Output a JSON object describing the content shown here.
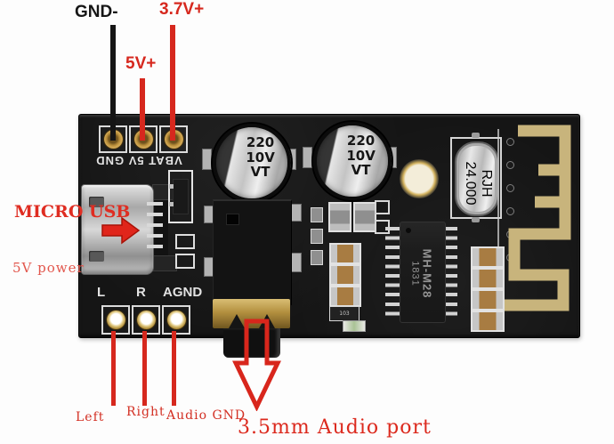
{
  "annotations": {
    "gnd": "GND-",
    "v5": "5V+",
    "v37": "3.7V+",
    "micro_usb": "MICRO USB",
    "power_5v": "5V power",
    "left": "Left",
    "right": "Right",
    "audio_gnd": "Audio GND",
    "audio_port": "3.5mm Audio port"
  },
  "board": {
    "power_silkscreen": "VBAT 5V GND",
    "audio_pins": {
      "l": "L",
      "r": "R",
      "agnd": "AGND"
    },
    "capacitor1": {
      "line1": "220",
      "line2": "10V",
      "line3": "VT"
    },
    "capacitor2": {
      "line1": "220",
      "line2": "10V",
      "line3": "VT"
    },
    "crystal": {
      "line1": "RJH",
      "line2": "24.000"
    },
    "chip": {
      "line1": "MH-M28",
      "line2": "1831"
    },
    "smd_label": "103"
  },
  "colors": {
    "annotation_red": "#da291d",
    "annotation_black": "#161616",
    "board_black": "#151515",
    "pad_gold": "#c39a45",
    "antenna_gold": "#c8b47c",
    "silkscreen_white": "#e6e6e6"
  }
}
